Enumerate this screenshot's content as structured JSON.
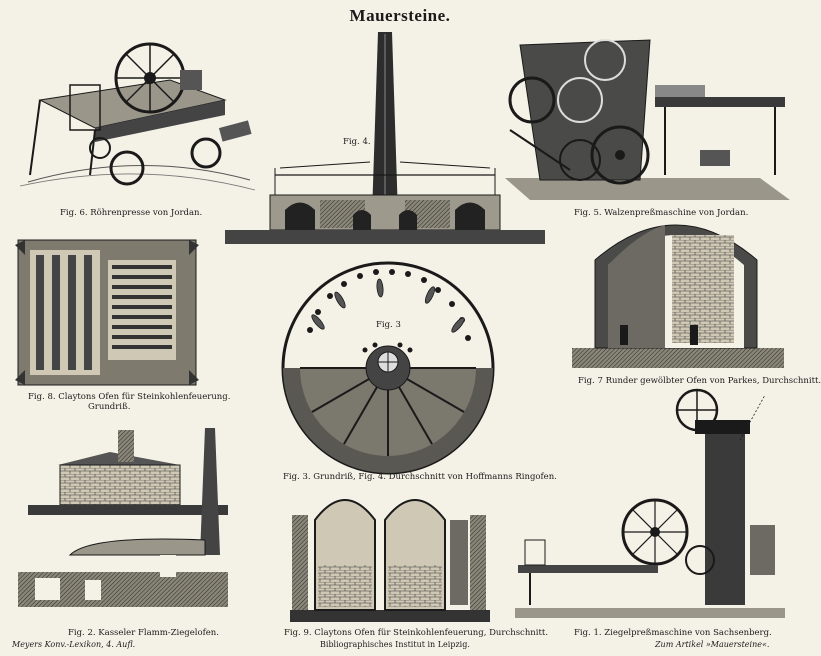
{
  "title": "Mauersteine.",
  "figures": {
    "fig6": "Fig. 6. Röhrenpresse von Jordan.",
    "fig4": "Fig. 4.",
    "fig5": "Fig. 5. Walzenpreßmaschine von Jordan.",
    "fig8_line1": "Fig. 8. Claytons Ofen für Steinkohlenfeuerung.",
    "fig8_line2": "Grundriß.",
    "fig3_label": "Fig. 3",
    "fig34": "Fig. 3. Grundriß, Fig. 4. Durchschnitt von Hoffmanns Ringofen.",
    "fig7": "Fig. 7  Runder gewölbter Ofen von Parkes, Durchschnitt.",
    "fig2": "Fig. 2. Kasseler Flamm-Ziegelofen.",
    "fig9": "Fig. 9. Claytons Ofen für Steinkohlenfeuerung, Durchschnitt.",
    "fig1": "Fig. 1.  Ziegelpreßmaschine von Sachsenberg."
  },
  "footer": {
    "left": "Meyers Konv.-Lexikon, 4. Aufl.",
    "center": "Bibliographisches Institut in Leipzig.",
    "right": "Zum Artikel »Mauersteine«."
  }
}
